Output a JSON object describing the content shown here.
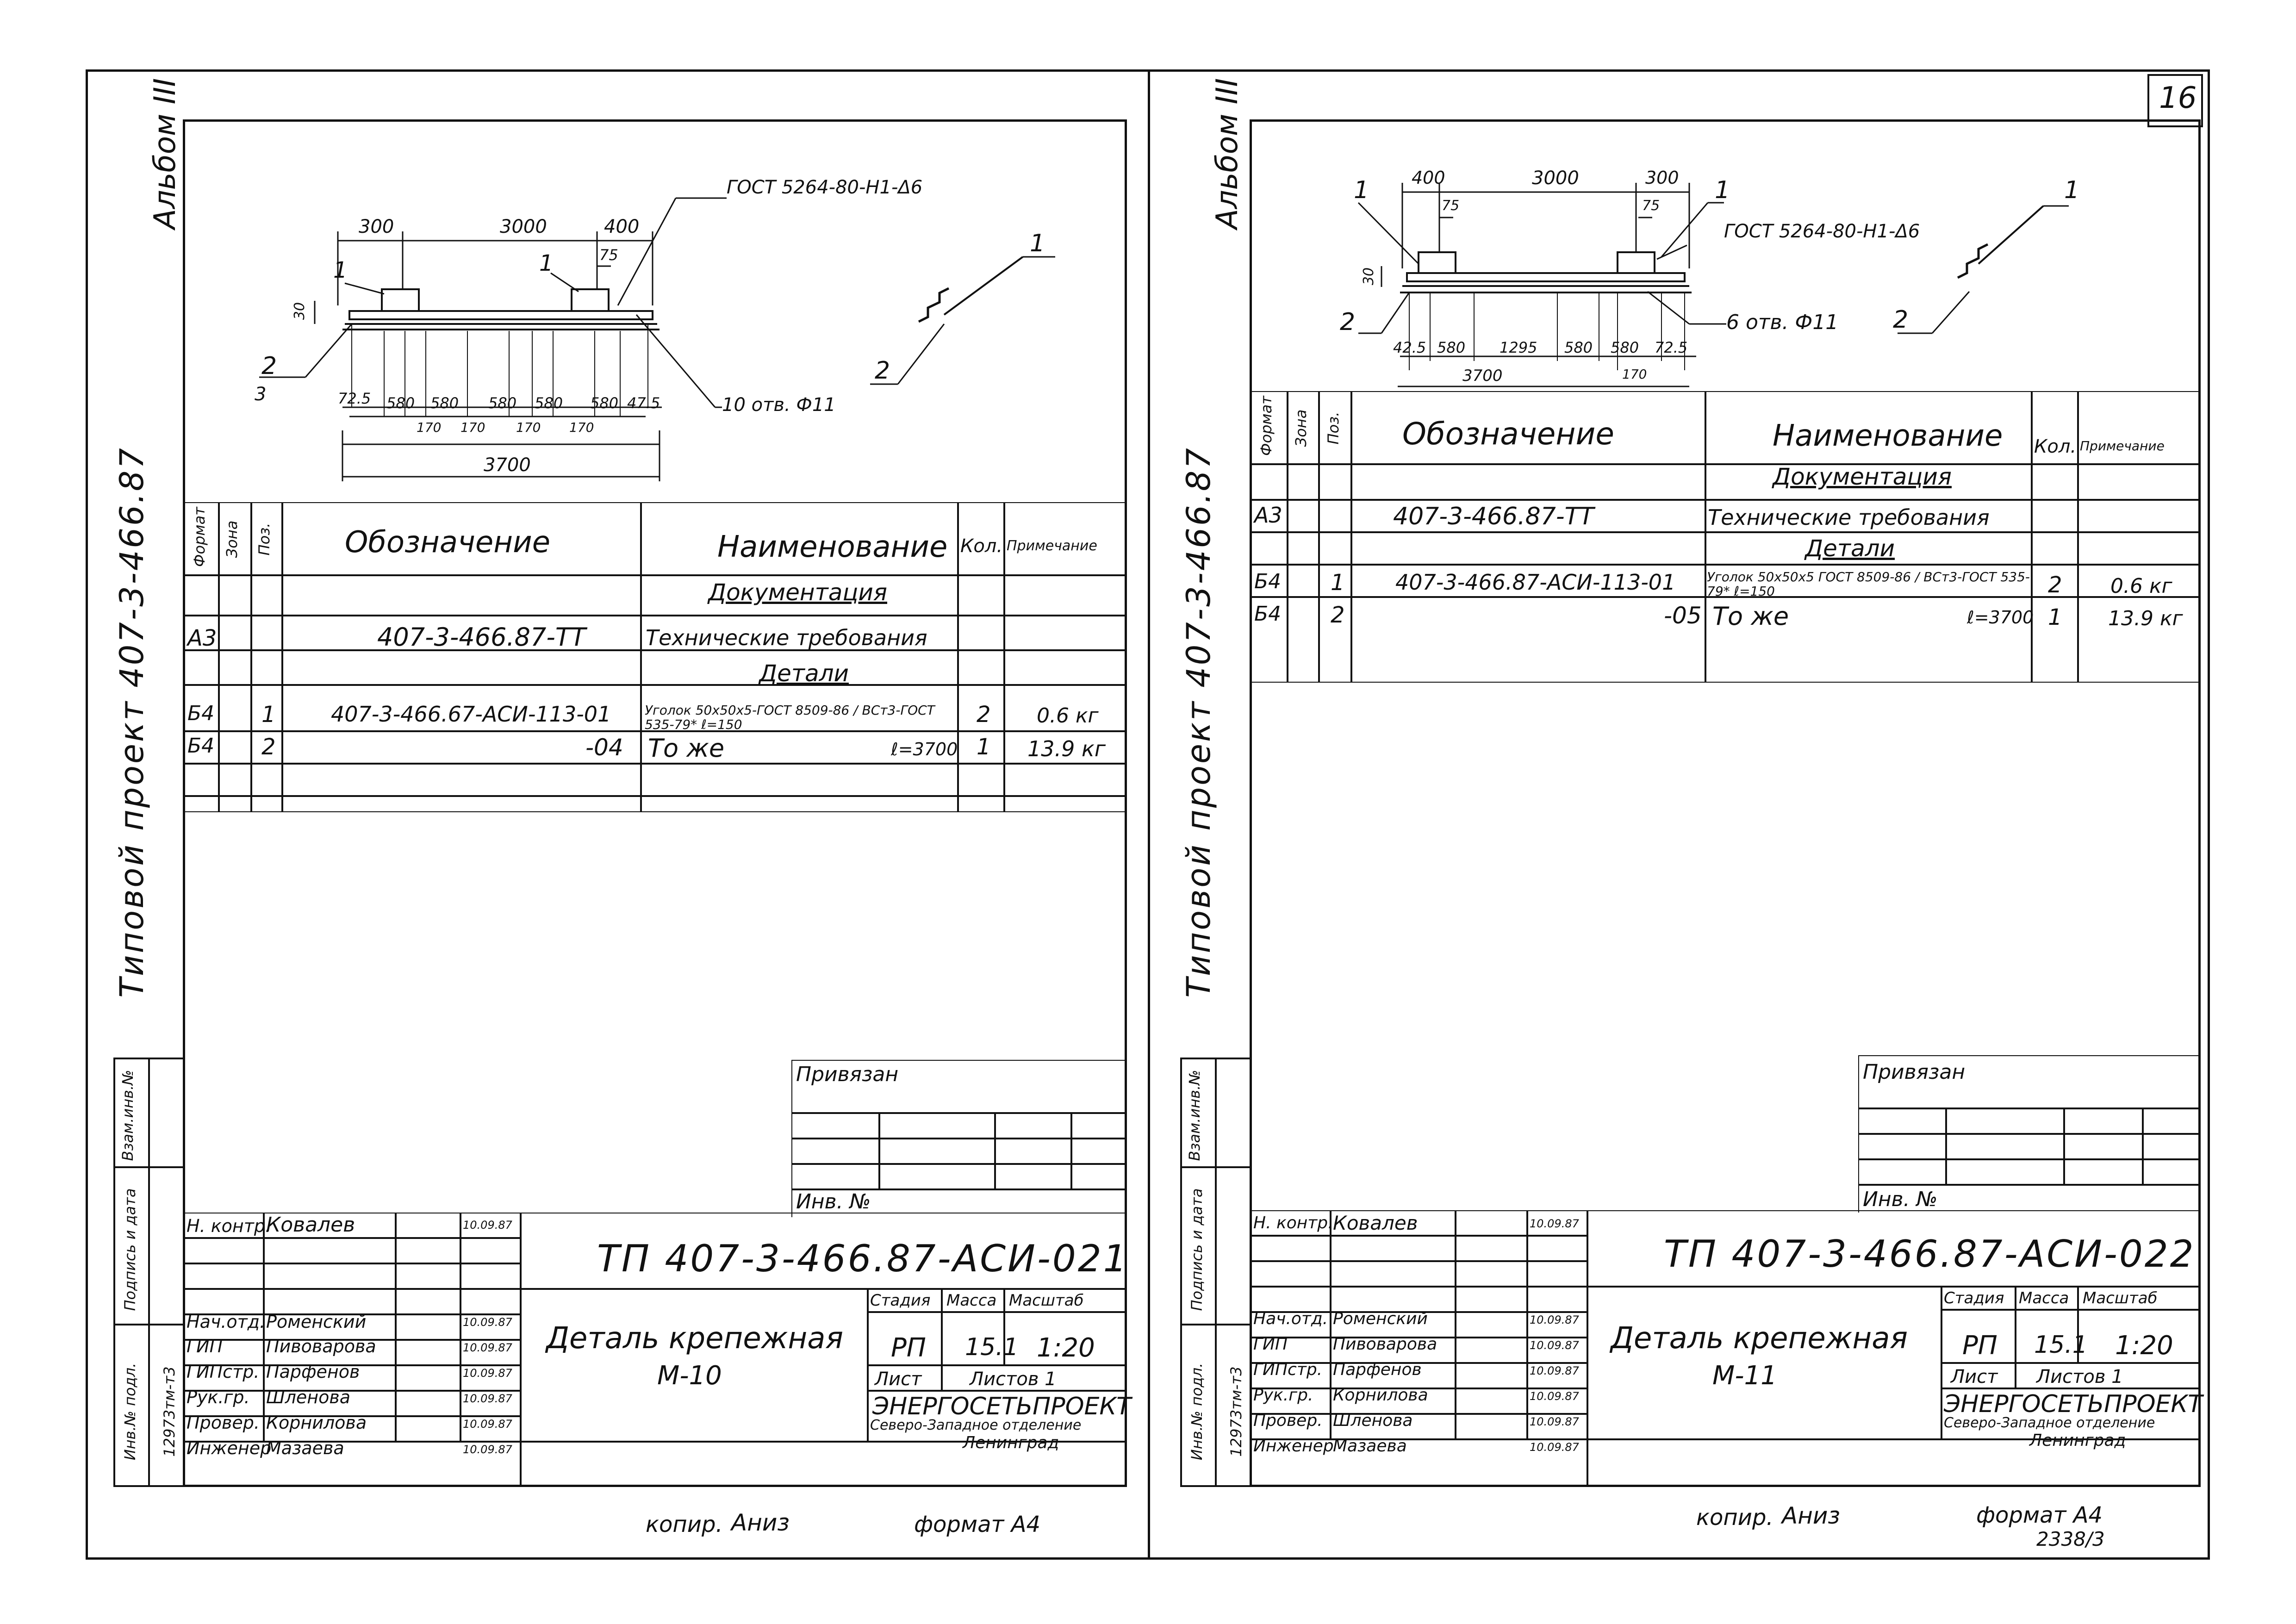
{
  "page_number": "16",
  "footer": {
    "copy_label": "копир.",
    "copy_name": "Аниз",
    "format_left": "формат А4",
    "format_right": "формат А4",
    "sheet_code": "2338/3"
  },
  "sheets": [
    {
      "album": "Альбом III",
      "project": "Типовой проект 407-3-466.87",
      "side_labels": [
        "Инв.№ подл.",
        "Подпись и дата",
        "Взам.инв.№"
      ],
      "inv_number": "12973тм-т3",
      "drawing": {
        "gost_label": "ГОСТ 5264-80-Н1-Δ6",
        "holes_label": "10 отв. Ф11",
        "dims_top": [
          "300",
          "3000",
          "400"
        ],
        "dim_75": "75",
        "dim_30": "30",
        "dims_bottom": [
          "72.5",
          "580",
          "580",
          "580",
          "580",
          "580",
          "47.5"
        ],
        "dims_small": [
          "170",
          "170",
          "170",
          "170"
        ],
        "dim_total": "3700",
        "pos_labels": [
          "1",
          "1",
          "2",
          "3"
        ],
        "iso_labels": [
          "1",
          "2"
        ]
      },
      "spec": {
        "headers": [
          "Формат",
          "Зона",
          "Поз.",
          "Обозначение",
          "Наименование",
          "Кол.",
          "Примечание"
        ],
        "rows": [
          {
            "format": "",
            "zone": "",
            "pos": "",
            "designation": "",
            "name": "Документация",
            "qty": "",
            "note": ""
          },
          {
            "format": "А3",
            "zone": "",
            "pos": "",
            "designation": "407-3-466.87-ТТ",
            "name": "Технические требования",
            "qty": "",
            "note": ""
          },
          {
            "format": "",
            "zone": "",
            "pos": "",
            "designation": "",
            "name": "Детали",
            "qty": "",
            "note": ""
          },
          {
            "format": "Б4",
            "zone": "",
            "pos": "1",
            "designation": "407-3-466.67-АСИ-113-01",
            "name": "Уголок 50х50х5-ГОСТ 8509-86 / ВСт3-ГОСТ 535-79* ℓ=150",
            "qty": "2",
            "note": "0.6 кг"
          },
          {
            "format": "Б4",
            "zone": "",
            "pos": "2",
            "designation": "-04",
            "name": "То же",
            "name_extra": "ℓ=3700",
            "qty": "1",
            "note": "13.9 кг"
          }
        ]
      },
      "privyazan": "Привязан",
      "inv_no_label": "Инв. №",
      "title_block": {
        "code": "ТП 407-3-466.87-АСИ-021",
        "title": "Деталь крепежная",
        "subtitle": "М-10",
        "stage_label": "Стадия",
        "mass_label": "Масса",
        "scale_label": "Масштаб",
        "stage": "РП",
        "mass": "15.1",
        "scale": "1:20",
        "sheet_label": "Лист",
        "sheets_label": "Листов 1",
        "org": "ЭНЕРГОСЕТЬПРОЕКТ",
        "org_sub": "Северо-Западное отделение",
        "city": "Ленинград",
        "people": [
          {
            "role": "Н. контр.",
            "name": "Ковалев",
            "date": "10.09.87"
          },
          {
            "role": "",
            "name": "",
            "date": ""
          },
          {
            "role": "",
            "name": "",
            "date": ""
          },
          {
            "role": "Нач.отд.",
            "name": "Роменский",
            "date": "10.09.87"
          },
          {
            "role": "ГИП",
            "name": "Пивоварова",
            "date": "10.09.87"
          },
          {
            "role": "ГИПстр.",
            "name": "Парфенов",
            "date": "10.09.87"
          },
          {
            "role": "Рук.гр.",
            "name": "Шленова",
            "date": "10.09.87"
          },
          {
            "role": "Провер.",
            "name": "Корнилова",
            "date": "10.09.87"
          },
          {
            "role": "Инженер",
            "name": "Мазаева",
            "date": "10.09.87"
          }
        ]
      }
    },
    {
      "album": "Альбом III",
      "project": "Типовой проект 407-3-466.87",
      "side_labels": [
        "Инв.№ подл.",
        "Подпись и дата",
        "Взам.инв.№"
      ],
      "inv_number": "12973тм-т3",
      "drawing": {
        "gost_label": "ГОСТ 5264-80-Н1-Δ6",
        "holes_label": "6 отв. Ф11",
        "dims_top": [
          "400",
          "3000",
          "300"
        ],
        "dim_75": "75",
        "dim_30": "30",
        "dims_bottom": [
          "42.5",
          "580",
          "1295",
          "580",
          "580",
          "72.5"
        ],
        "dims_small": [
          "170"
        ],
        "dim_total": "3700",
        "pos_labels": [
          "1",
          "1",
          "2"
        ],
        "iso_labels": [
          "1",
          "2"
        ]
      },
      "spec": {
        "headers": [
          "Формат",
          "Зона",
          "Поз.",
          "Обозначение",
          "Наименование",
          "Кол.",
          "Примечание"
        ],
        "rows": [
          {
            "format": "",
            "zone": "",
            "pos": "",
            "designation": "",
            "name": "Документация",
            "qty": "",
            "note": ""
          },
          {
            "format": "А3",
            "zone": "",
            "pos": "",
            "designation": "407-3-466.87-ТТ",
            "name": "Технические требования",
            "qty": "",
            "note": ""
          },
          {
            "format": "",
            "zone": "",
            "pos": "",
            "designation": "",
            "name": "Детали",
            "qty": "",
            "note": ""
          },
          {
            "format": "Б4",
            "zone": "",
            "pos": "1",
            "designation": "407-3-466.87-АСИ-113-01",
            "name": "Уголок 50х50х5 ГОСТ 8509-86 / ВСт3-ГОСТ 535-79* ℓ=150",
            "qty": "2",
            "note": "0.6 кг"
          },
          {
            "format": "Б4",
            "zone": "",
            "pos": "2",
            "designation": "-05",
            "name": "То же",
            "name_extra": "ℓ=3700",
            "qty": "1",
            "note": "13.9 кг"
          }
        ]
      },
      "privyazan": "Привязан",
      "inv_no_label": "Инв. №",
      "title_block": {
        "code": "ТП 407-3-466.87-АСИ-022",
        "title": "Деталь крепежная",
        "subtitle": "М-11",
        "stage_label": "Стадия",
        "mass_label": "Масса",
        "scale_label": "Масштаб",
        "stage": "РП",
        "mass": "15.1",
        "scale": "1:20",
        "sheet_label": "Лист",
        "sheets_label": "Листов 1",
        "org": "ЭНЕРГОСЕТЬПРОЕКТ",
        "org_sub": "Северо-Западное отделение",
        "city": "Ленинград",
        "people": [
          {
            "role": "Н. контр.",
            "name": "Ковалев",
            "date": "10.09.87"
          },
          {
            "role": "",
            "name": "",
            "date": ""
          },
          {
            "role": "",
            "name": "",
            "date": ""
          },
          {
            "role": "Нач.отд.",
            "name": "Роменский",
            "date": "10.09.87"
          },
          {
            "role": "ГИП",
            "name": "Пивоварова",
            "date": "10.09.87"
          },
          {
            "role": "ГИПстр.",
            "name": "Парфенов",
            "date": "10.09.87"
          },
          {
            "role": "Рук.гр.",
            "name": "Корнилова",
            "date": "10.09.87"
          },
          {
            "role": "Провер.",
            "name": "Шленова",
            "date": "10.09.87"
          },
          {
            "role": "Инженер",
            "name": "Мазаева",
            "date": "10.09.87"
          }
        ]
      }
    }
  ]
}
